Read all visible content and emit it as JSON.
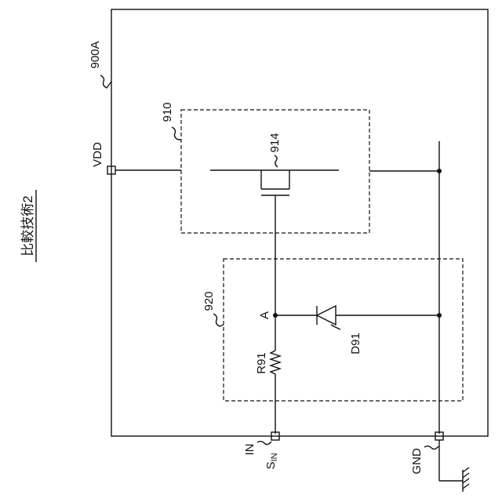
{
  "figure": {
    "title": "比較技術2",
    "device_label": "900A",
    "driver_block_label": "910",
    "transistor_label": "914",
    "protection_block_label": "920",
    "terminals": {
      "vdd": "VDD",
      "in": "IN",
      "signal": "S",
      "signal_sub": "IN",
      "gnd": "GND"
    },
    "node_a": "A",
    "resistor": "R91",
    "diode": "D91"
  }
}
